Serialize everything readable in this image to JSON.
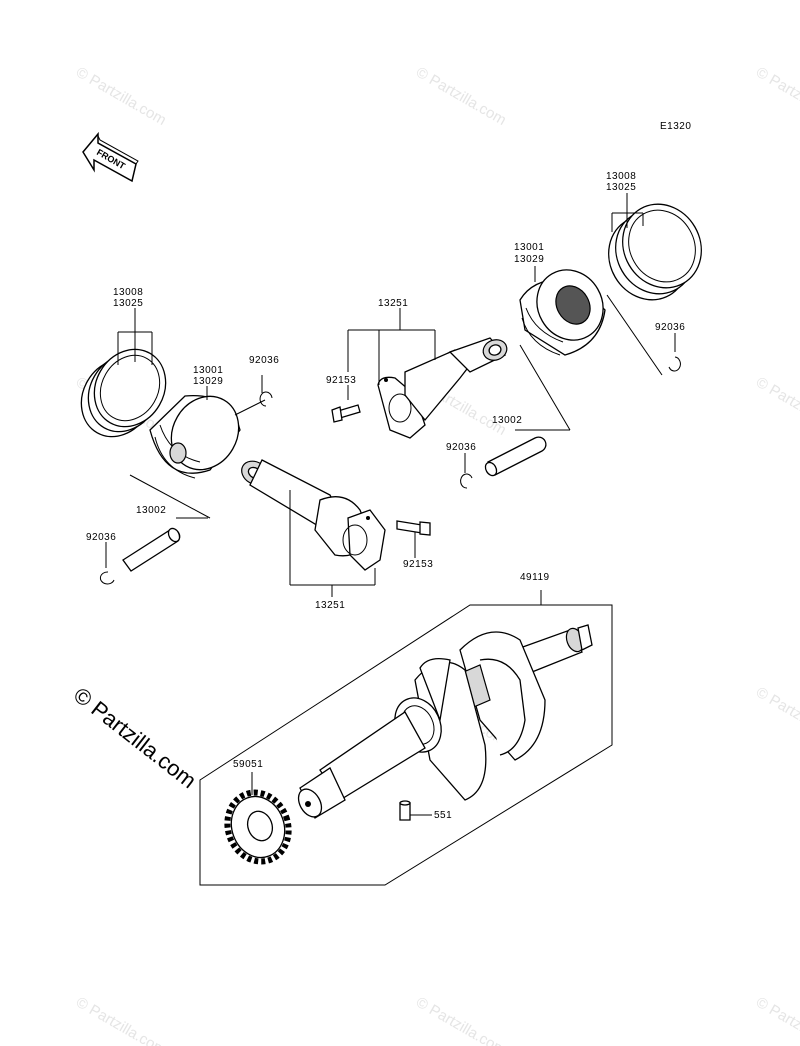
{
  "diagram_code": "E1320",
  "front_arrow_label": "FRONT",
  "watermark": "© Partzilla.com",
  "labels": {
    "rings_left_a": "13008",
    "rings_left_b": "13025",
    "piston_left_a": "13001",
    "piston_left_b": "13029",
    "clip_left_top": "92036",
    "pin_left": "13002",
    "clip_left_bottom": "92036",
    "rod_left_bolt": "92153",
    "rod_left": "13251",
    "rod_right": "13251",
    "rod_right_bolt": "92153",
    "clip_right_bottom": "92036",
    "pin_right": "13002",
    "piston_right_a": "13001",
    "piston_right_b": "13029",
    "rings_right_a": "13008",
    "rings_right_b": "13025",
    "clip_right_top": "92036",
    "crankshaft": "49119",
    "gear": "59051",
    "dowel": "551"
  }
}
